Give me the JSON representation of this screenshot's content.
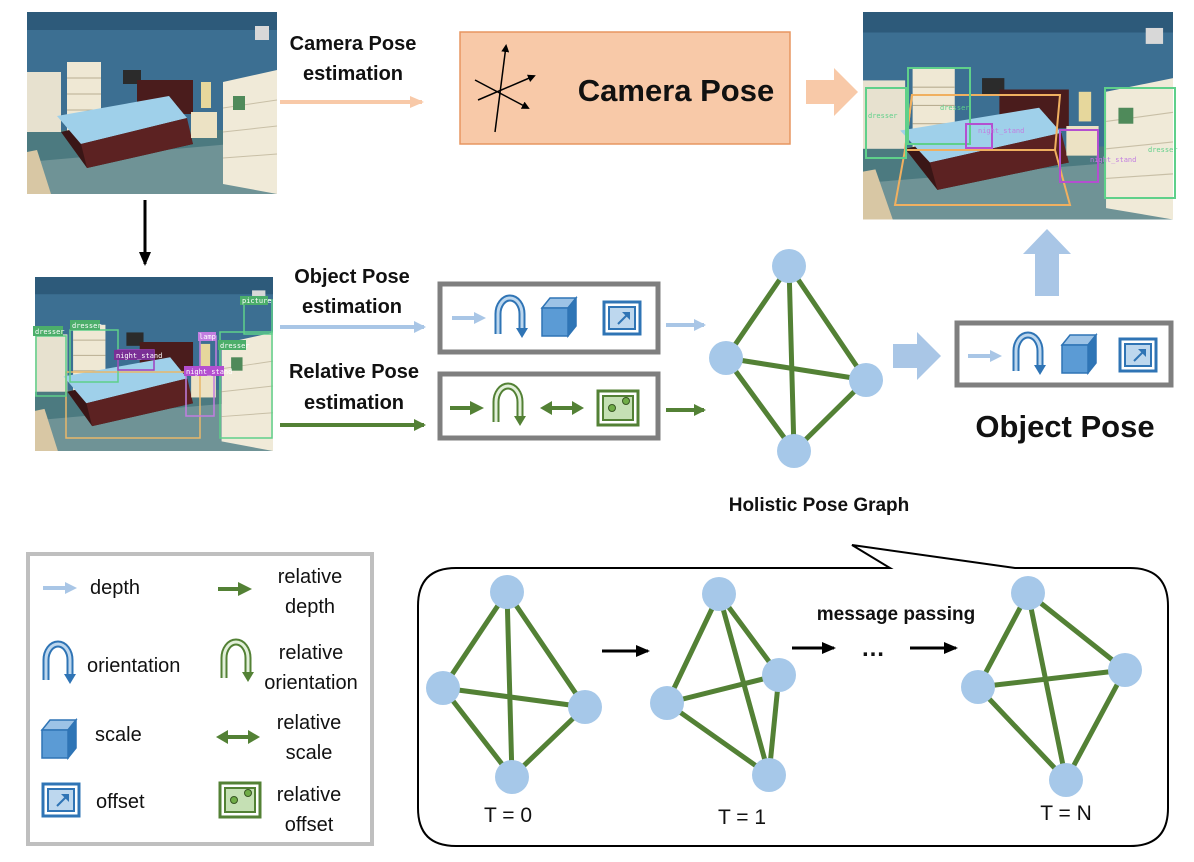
{
  "top": {
    "camera_label_line1": "Camera Pose",
    "camera_label_line2": "estimation",
    "camera_box_label": "Camera Pose"
  },
  "middle": {
    "object_label_line1": "Object Pose",
    "object_label_line2": "estimation",
    "relative_label_line1": "Relative Pose",
    "relative_label_line2": "estimation",
    "graph_caption": "Holistic Pose Graph",
    "object_pose_label": "Object Pose"
  },
  "detections": {
    "left": [
      "dresser",
      "dresser",
      "picture",
      "night_stand",
      "lamp",
      "night_stand",
      "dresser"
    ],
    "right": [
      "dresser",
      "dresser",
      "night_stand",
      "night_stand",
      "dresser"
    ]
  },
  "legend": {
    "depth": "depth",
    "relative_depth_1": "relative",
    "relative_depth_2": "depth",
    "orientation": "orientation",
    "relative_orientation_1": "relative",
    "relative_orientation_2": "orientation",
    "scale": "scale",
    "relative_scale_1": "relative",
    "relative_scale_2": "scale",
    "offset": "offset",
    "relative_offset_1": "relative",
    "relative_offset_2": "offset"
  },
  "bubble": {
    "message_passing": "message passing",
    "ellipsis": "…",
    "t0": "T = 0",
    "t1": "T = 1",
    "tn": "T = N"
  },
  "colors": {
    "light_blue": "#a9c6e6",
    "node_blue": "#a6c8e9",
    "edge_green": "#538135",
    "peach": "#f8c9a8",
    "icon_blue": "#2f74b5",
    "icon_green": "#70ad47",
    "gray_frame": "#7f7f7f"
  },
  "icons": [
    "depth-arrow-icon",
    "orientation-icon",
    "scale-cube-icon",
    "offset-icon",
    "relative-depth-arrow-icon",
    "relative-orientation-icon",
    "relative-scale-double-arrow-icon",
    "relative-offset-icon",
    "camera-axes-icon"
  ]
}
